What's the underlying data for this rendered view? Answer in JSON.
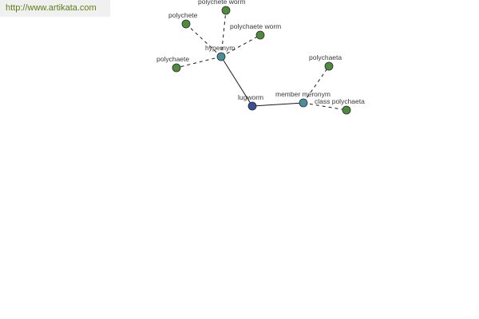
{
  "source_url": "http://www.artikata.com",
  "colors": {
    "leaf": "#4e8b3a",
    "relation": "#4a8e9c",
    "root": "#3c4d9a",
    "edge": "#1a1a1a",
    "url_text": "#5e7d16"
  },
  "graph": {
    "nodes": [
      {
        "id": "lugworm",
        "label": "lugworm",
        "kind": "root"
      },
      {
        "id": "hypernym",
        "label": "hypernym",
        "kind": "relation"
      },
      {
        "id": "member-meronym",
        "label": "member meronym",
        "kind": "relation"
      },
      {
        "id": "polychete",
        "label": "polychete",
        "kind": "leaf"
      },
      {
        "id": "polychete-worm",
        "label": "polychete worm",
        "kind": "leaf"
      },
      {
        "id": "polychaete-worm",
        "label": "polychaete worm",
        "kind": "leaf"
      },
      {
        "id": "polychaete",
        "label": "polychaete",
        "kind": "leaf"
      },
      {
        "id": "polychaeta",
        "label": "polychaeta",
        "kind": "leaf"
      },
      {
        "id": "class-polychaeta",
        "label": "class polychaeta",
        "kind": "leaf"
      }
    ],
    "edges": [
      {
        "from": "lugworm",
        "to": "hypernym",
        "style": "solid"
      },
      {
        "from": "lugworm",
        "to": "member-meronym",
        "style": "solid"
      },
      {
        "from": "hypernym",
        "to": "polychete",
        "style": "dashed"
      },
      {
        "from": "hypernym",
        "to": "polychete-worm",
        "style": "dashed"
      },
      {
        "from": "hypernym",
        "to": "polychaete-worm",
        "style": "dashed"
      },
      {
        "from": "hypernym",
        "to": "polychaete",
        "style": "dashed"
      },
      {
        "from": "member-meronym",
        "to": "polychaeta",
        "style": "dashed"
      },
      {
        "from": "member-meronym",
        "to": "class-polychaeta",
        "style": "dashed"
      }
    ]
  }
}
